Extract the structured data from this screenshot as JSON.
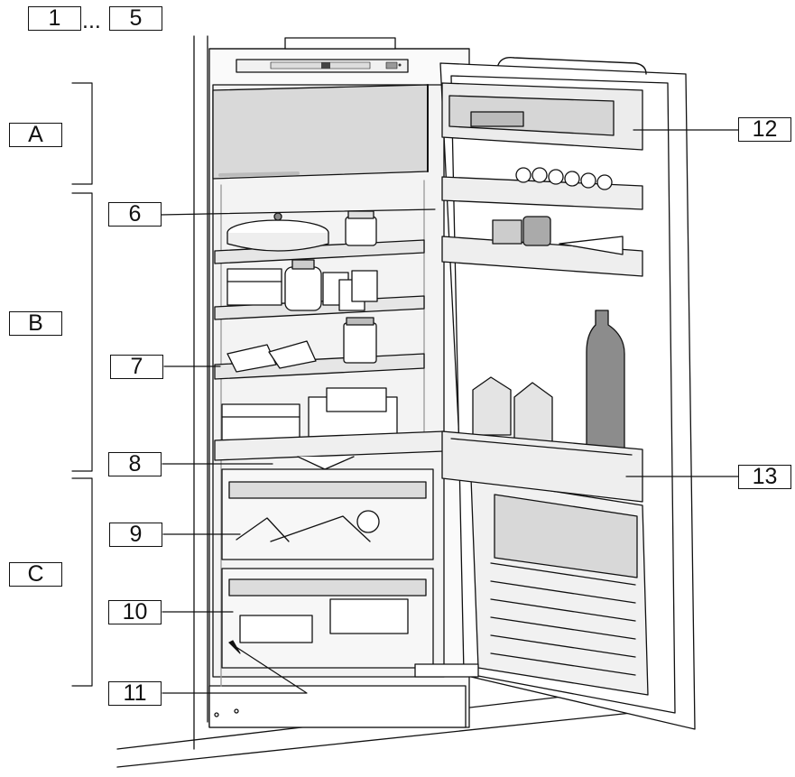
{
  "labels": {
    "top_first": "1",
    "top_ellipsis": "...",
    "top_last": "5",
    "zone_a": "A",
    "zone_b": "B",
    "zone_c": "C",
    "item_6": "6",
    "item_7": "7",
    "item_8": "8",
    "item_9": "9",
    "item_10": "10",
    "item_11": "11",
    "item_12": "12",
    "item_13": "13"
  },
  "colors": {
    "line": "#111111",
    "shelf_glass": "#e8e8e8",
    "interior": "#f4f4f4",
    "shade": "#bdbdbd",
    "dark": "#7a7a7a"
  }
}
